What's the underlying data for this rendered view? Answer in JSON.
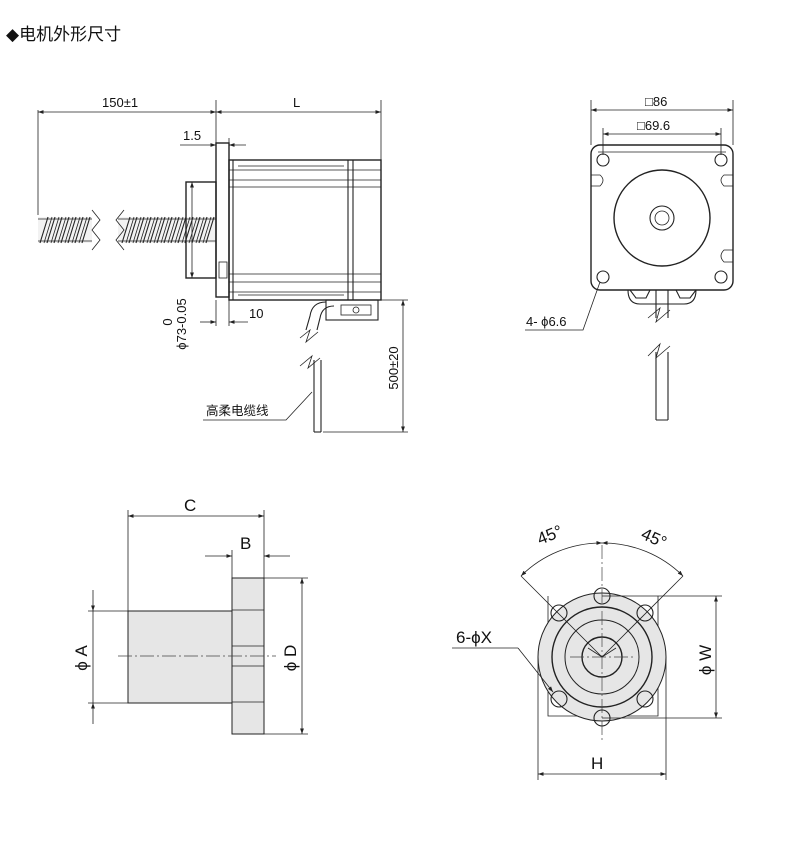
{
  "title": "◆电机外形尺寸",
  "motor_side": {
    "shaft_length": "150±1",
    "body_length": "L",
    "flange_thickness": "1.5",
    "pilot_depth": "10",
    "pilot_diameter_tol": "0",
    "pilot_diameter": "ϕ73-0.05",
    "cable_length": "500±20",
    "cable_label": "高柔电缆线"
  },
  "motor_front": {
    "frame_size": "□86",
    "hole_spacing": "□69.6",
    "mounting_holes": "4- ϕ6.6"
  },
  "nut_side": {
    "total_length": "C",
    "flange_width": "B",
    "body_diameter": "ϕ A",
    "flange_diameter": "ϕ D"
  },
  "nut_front": {
    "angle_left": "45°",
    "angle_right": "45°",
    "holes": "6-ϕX",
    "bolt_circle": "ϕ W",
    "width": "H"
  }
}
